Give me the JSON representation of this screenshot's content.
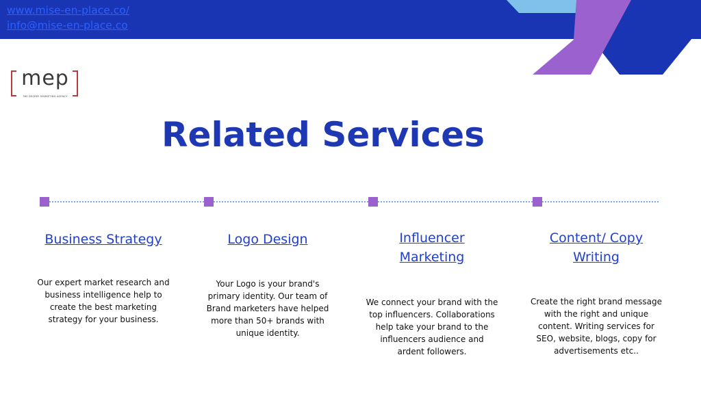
{
  "header": {
    "website": "www.mise-en-place.co/",
    "email": "info@mise-en-place.co"
  },
  "logo": {
    "text": "mep",
    "tagline": "360 DEGREE MARKETING AGENCY"
  },
  "page_title": "Related Services",
  "services": [
    {
      "title_lines": [
        "Business Strategy"
      ],
      "desc_lines": [
        "Our expert market research and",
        "business intelligence help to",
        "create the best marketing",
        "strategy for your business."
      ]
    },
    {
      "title_lines": [
        "Logo Design"
      ],
      "desc_lines": [
        "Your Logo is your brand's",
        "primary identity. Our team of",
        "Brand marketers have helped",
        "more than 50+ brands with",
        "unique identity."
      ]
    },
    {
      "title_lines": [
        "Influencer",
        "Marketing"
      ],
      "desc_lines": [
        "We connect your brand with the",
        "top influencers. Collaborations",
        "help take your brand to the",
        "influencers audience and",
        "ardent followers."
      ]
    },
    {
      "title_lines": [
        "Content/ Copy",
        "Writing"
      ],
      "desc_lines": [
        "Create the right brand message",
        "with the right and unique",
        "content. Writing services for",
        "SEO, website, blogs, copy for",
        "advertisements etc.."
      ]
    }
  ],
  "colors": {
    "top_bar": "#1a35b3",
    "title": "#1e38b3",
    "link": "#2b60ff",
    "accent_purple": "#9b62cf",
    "accent_light_blue": "#7fc1ea",
    "logo_bracket": "#b83a3a"
  }
}
